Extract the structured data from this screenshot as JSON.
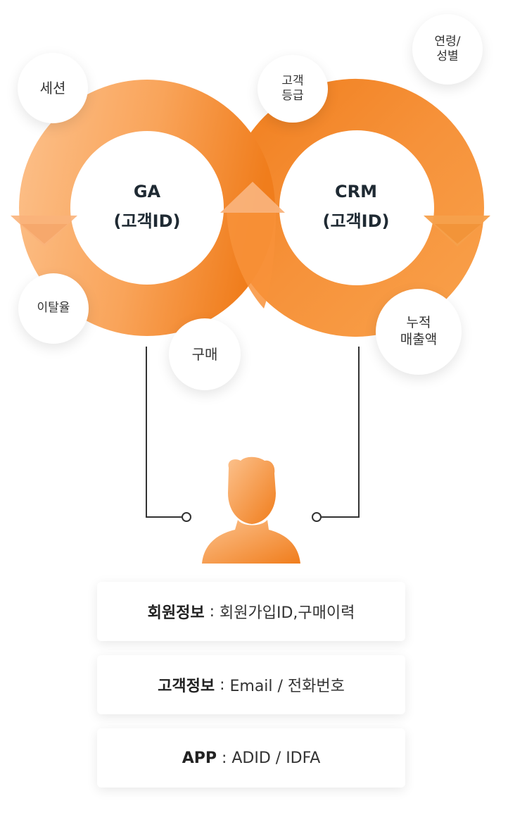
{
  "rings": {
    "ga": {
      "line1": "GA",
      "line2": "(고객ID)"
    },
    "crm": {
      "line1": "CRM",
      "line2": "(고객ID)"
    }
  },
  "bubbles": {
    "session": "세션",
    "customer_grade": "고객\n등급",
    "age_gender": "연령/\n성별",
    "churn": "이탈율",
    "purchase": "구매",
    "cumulative_sales": "누적\n매출액"
  },
  "info": [
    {
      "key": "회원정보",
      "value": "회원가입ID,구매이력"
    },
    {
      "key": "고객정보",
      "value": "Email / 전화번호"
    },
    {
      "key": "APP",
      "value": "ADID / IDFA"
    }
  ],
  "colors": {
    "orange_dark": "#f07d1c",
    "orange_mid": "#f99a3c",
    "orange_light": "#fcc18c",
    "line": "#333333"
  },
  "icons": {
    "user": "user-silhouette-icon"
  }
}
